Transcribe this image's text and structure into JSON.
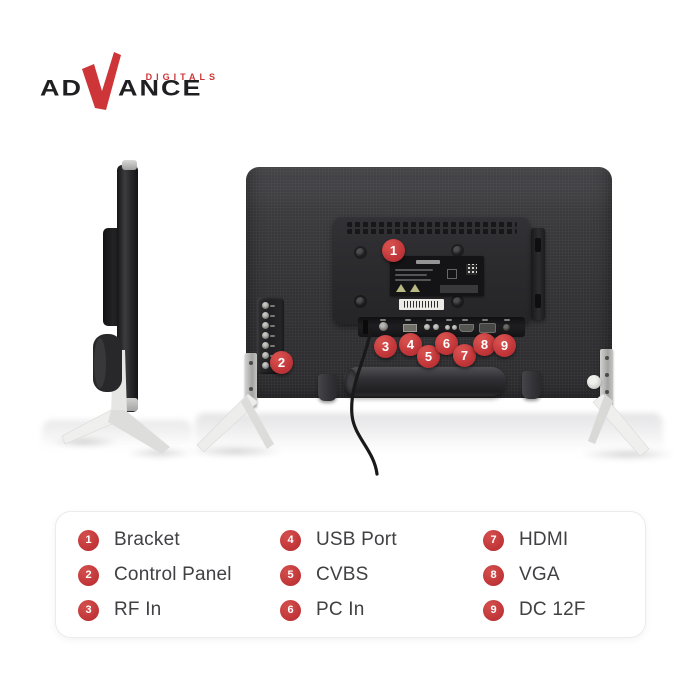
{
  "brand": {
    "name": "ADVANCE",
    "word_left": "AD",
    "word_right": "ANCE",
    "subtitle": "DIGITALS",
    "logo_red": "#ce3538"
  },
  "colors": {
    "accent_red": "#c23639",
    "legend_text": "#414144",
    "tv_body": "#323235",
    "background": "#ffffff"
  },
  "legend": {
    "items": [
      {
        "num": "1",
        "label": "Bracket"
      },
      {
        "num": "2",
        "label": "Control Panel"
      },
      {
        "num": "3",
        "label": "RF In"
      },
      {
        "num": "4",
        "label": "USB Port"
      },
      {
        "num": "5",
        "label": "CVBS"
      },
      {
        "num": "6",
        "label": "PC In"
      },
      {
        "num": "7",
        "label": "HDMI"
      },
      {
        "num": "8",
        "label": "VGA"
      },
      {
        "num": "9",
        "label": "DC 12F"
      }
    ]
  }
}
